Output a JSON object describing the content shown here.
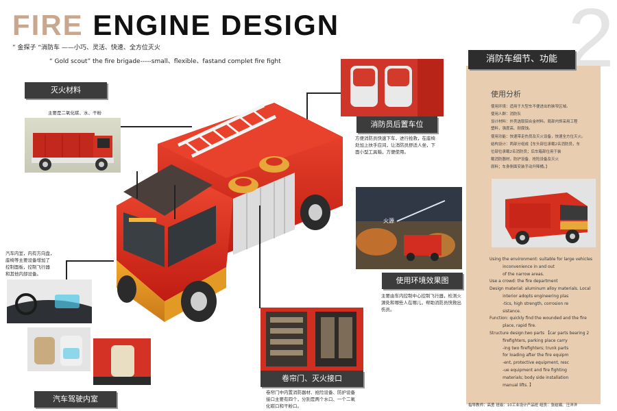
{
  "title": {
    "part1": "FIRE",
    "part2": "ENGINE DESIGN"
  },
  "page_number": "2",
  "subtitle_cn": "” 金探子 “消防车 ——小巧、灵活、快速、全方位灭火",
  "subtitle_en": "“ Gold scout” the fire brigade-----small、flexible、fastand complet fire fight",
  "sections": {
    "fire_material": {
      "label": "灭火材料",
      "desc": "主要是二氧化碳、水、干粉"
    },
    "rear_seat": {
      "label": "消防员后置车位",
      "desc_lines": [
        "方便消防员快速下车，进行抢救，在座椅",
        "处加上扶手应间，让消防员舒适人坐，下",
        "面小型工具箱，方便使用。"
      ]
    },
    "environment": {
      "label": "使用环境效果图",
      "scene_label": "火源",
      "desc_lines": [
        "主要由车内控制中心控制飞行器，检测火",
        "源处和哪些人在哪儿，帮助消防员快救出",
        "伤员。"
      ]
    },
    "shutter": {
      "label": "卷帘门、灭火接口",
      "desc_lines": [
        "卷帘门中内置消防器材、抢险设备、防护设备",
        "接口主要有四个，分别是两个水口、一个二氧",
        "化碳口和干粉口。"
      ]
    },
    "cab": {
      "label": "汽车驾驶内室",
      "desc_lines": [
        "汽车内室，内有方向盘，",
        "座椅等主要设备增加了",
        "控制面板，控制飞行器",
        "和其他内部设备。"
      ]
    }
  },
  "right_panel": {
    "header": "消防车细节、功能",
    "usage_title": "使用分析",
    "usage_lines": [
      "使用环境：适用于大型车不便进出的狭窄区域。",
      "使用人群：消防队",
      "设计材料：外壳选取铝合金材料。局部内饰采用工程",
      "                  塑料，强度高、耐腐蚀。",
      "使用功能：快速带走伤员及灭火设备，快速全方位灭火。",
      "结构设计：两部分组成【车头部位承载2名消防员，车",
      "                  位部位承载2名消防员；后车箱部位用于装",
      "                  载消防器材，防护设备、抢险设备及灭火",
      "                  原料；车身侧面安装手动升降桶。】"
    ],
    "english_lines": [
      "Using the environment: suitable for large vehicles",
      "          inconvenience in and out",
      "          of the narrow areas.",
      "Use a crowd: the fire department",
      "Design material: aluminum alloy materials. Local",
      "          interior adopts engineering plas",
      "          -tics, high strength, corrosion re",
      "          sistance.",
      "Function: quickly find the wounded and the fire",
      "          place, rapid fire.",
      "Structure design:two parts 【car parts bearing 2",
      "          firefighters, parking place carry",
      "          -ing two firefighters; trunk parts",
      "          for loading after the fire equipm",
      "          -ent, protective equipment, resc",
      "          -ue equipment and fire fighting",
      "          materials; body side installation",
      "          manual lifts. 】"
    ],
    "footer": "指导教师：高勇  班级：10工业设计产品班  组员：张结娟、汪洋洋"
  },
  "colors": {
    "accent_gold": "#c9a78e",
    "panel_bg": "#e9cdb1",
    "label_dark": "#3c3c3c",
    "truck_red": "#d8251c"
  }
}
